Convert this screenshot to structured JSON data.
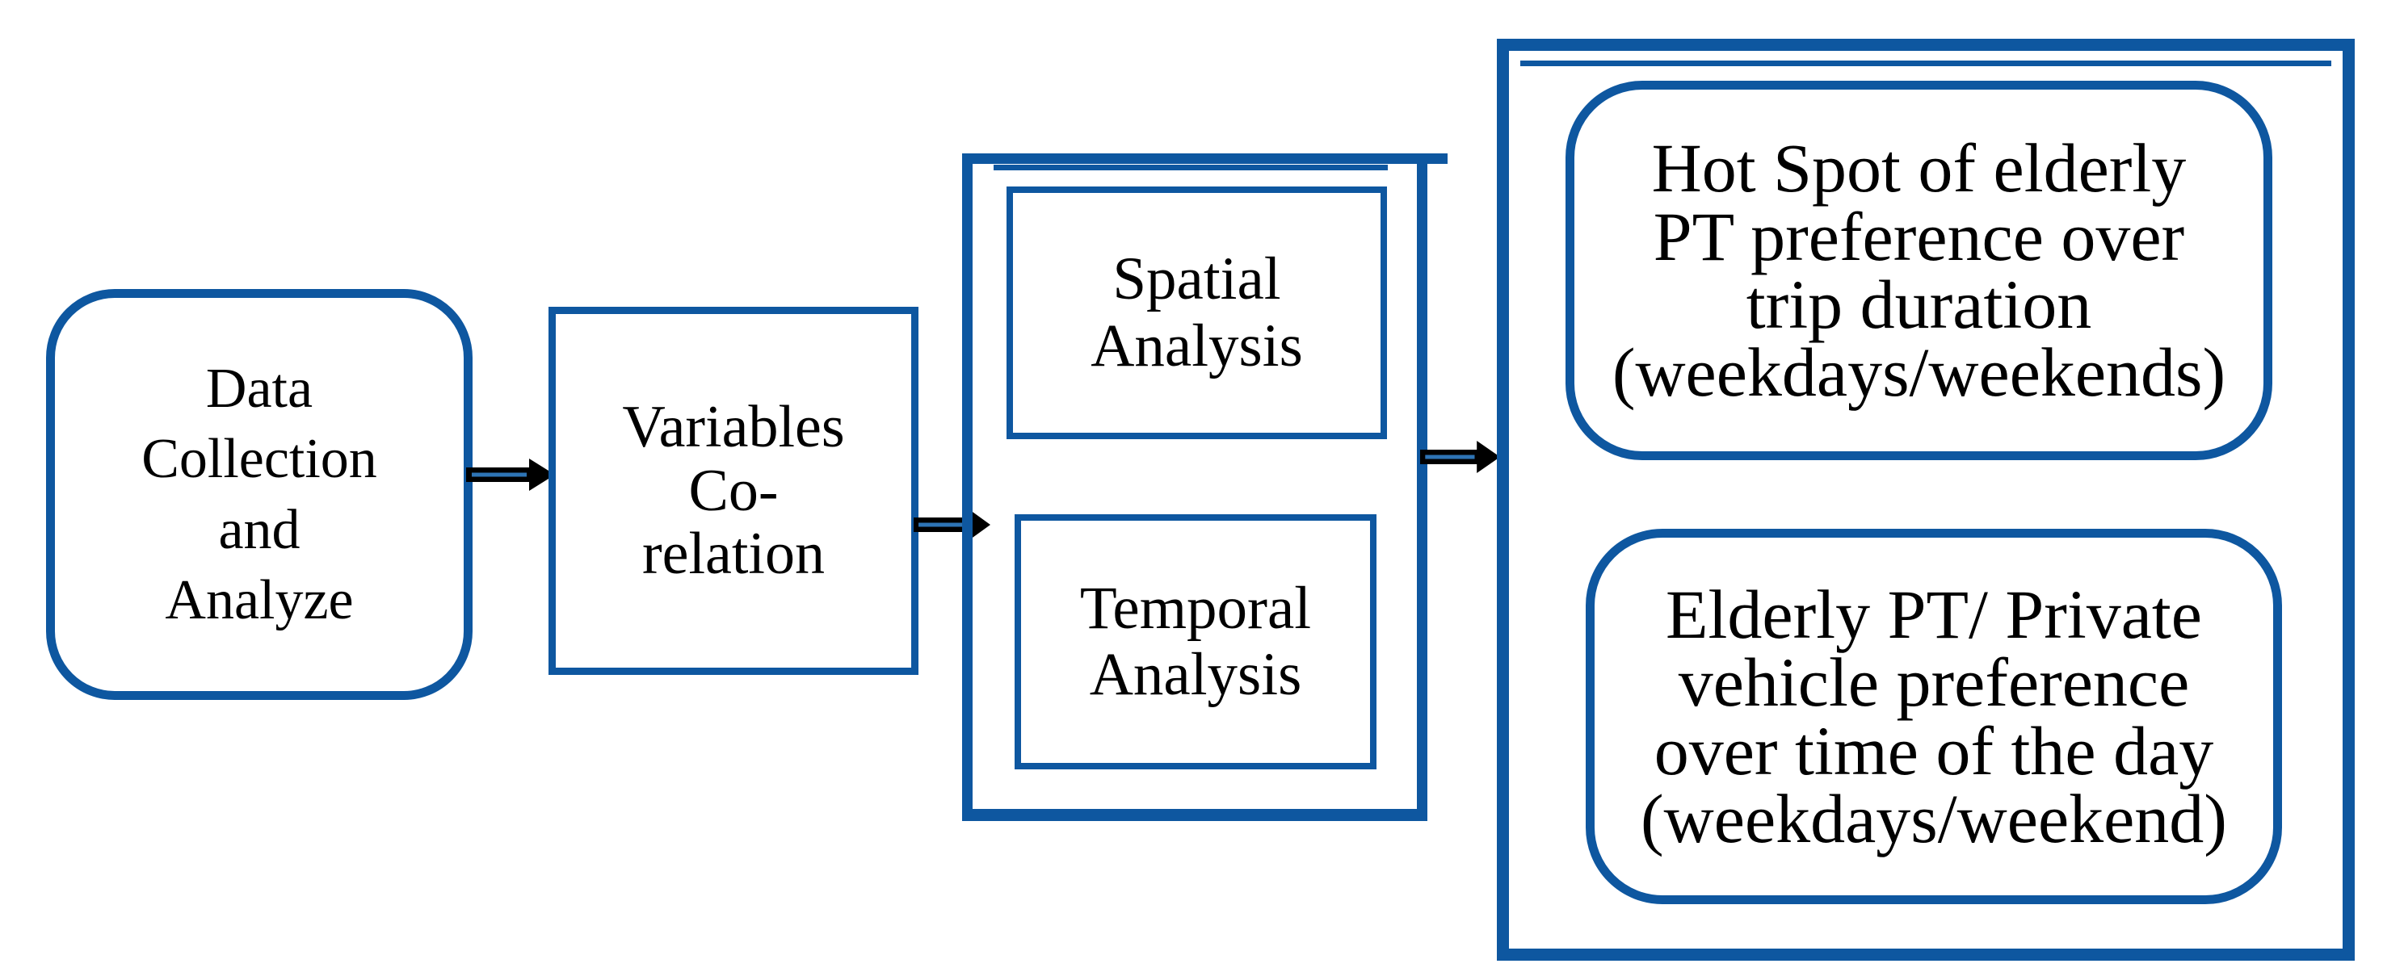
{
  "diagram": {
    "background": "#ffffff",
    "colors": {
      "accent_blue": "#0E57A0",
      "arrow_stripe": "#2E74B5",
      "text": "#000000"
    },
    "nodes": {
      "data_collection": {
        "lines": [
          "Data",
          "Collection",
          "and",
          "Analyze"
        ]
      },
      "variables_corelation": {
        "lines": [
          "Variables",
          "Co-",
          "relation"
        ]
      },
      "spatial_analysis": {
        "lines": [
          "Spatial",
          "Analysis"
        ]
      },
      "temporal_analysis": {
        "lines": [
          "Temporal",
          "Analysis"
        ]
      },
      "hotspot_result": {
        "lines": [
          "Hot Spot of elderly",
          "PT preference over",
          "trip duration",
          "(weekdays/weekends)"
        ]
      },
      "elderly_pt_result": {
        "lines": [
          "Elderly PT/ Private",
          "vehicle preference",
          "over time of the day",
          "(weekdays/weekend)"
        ]
      }
    }
  }
}
